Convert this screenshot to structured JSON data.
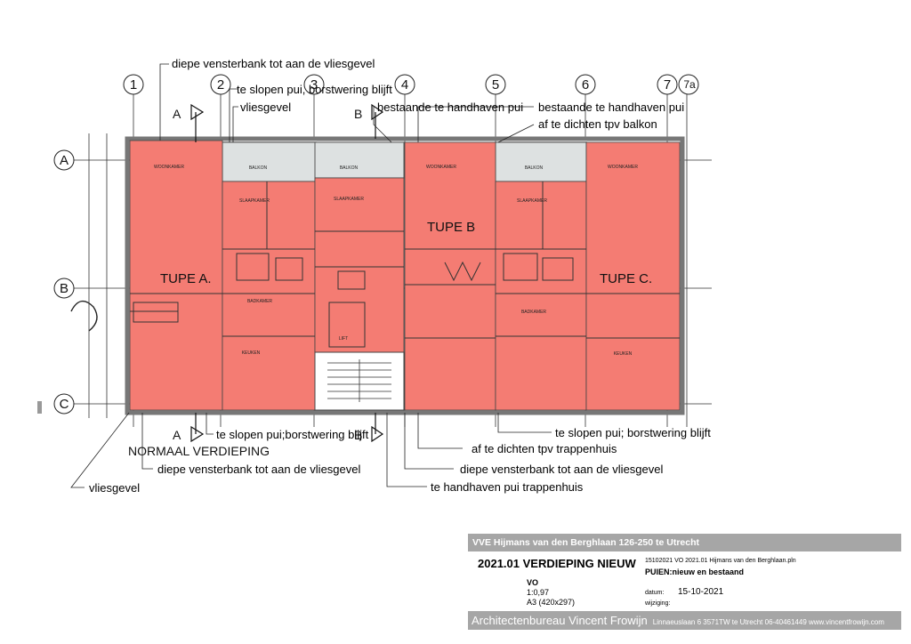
{
  "grid_columns": [
    "1",
    "2",
    "3",
    "4",
    "5",
    "6",
    "7",
    "7a"
  ],
  "grid_rows": [
    "A",
    "B",
    "C"
  ],
  "plan": {
    "section_markers": [
      "A",
      "B",
      "A",
      "B"
    ],
    "units": [
      "TUPE A.",
      "TUPE B",
      "TUPE C."
    ],
    "title": "NORMAAL VERDIEPING",
    "rooms": {
      "balkon": "BALKON",
      "woonkamer": "WOONKAMER",
      "slaapkamer": "SLAAPKAMER",
      "badkamer": "BADKAMER",
      "keuken": "KEUKEN",
      "lift": "LIFT"
    }
  },
  "annotations": [
    "diepe vensterbank tot aan de vliesgevel",
    "te slopen pui, borstwering blijft",
    "vliesgevel",
    "bestaande te handhaven pui",
    "bestaande te handhaven pui",
    "af te dichten tpv balkon",
    "te slopen pui;borstwering blijft",
    "te slopen pui; borstwering blijft",
    "af te dichten tpv trappenhuis",
    "diepe vensterbank tot aan de vliesgevel",
    "diepe vensterbank tot aan de vliesgevel",
    "te handhaven pui trappenhuis",
    "vliesgevel"
  ],
  "title_block": {
    "client": "VVE Hijmans van den Berghlaan 126-250 te Utrecht",
    "drawing_title": "2021.01 VERDIEPING NIEUW",
    "file": "15102021 VO 2021.01 Hijmans van den Berghlaan.pln",
    "subtitle": "PUIEN:nieuw en bestaand",
    "phase": "VO",
    "scale": "1:0,97",
    "format": "A3 (420x297)",
    "date_label": "datum:",
    "date": "15-10-2021",
    "revision_label": "wijziging:",
    "firm": "Architectenbureau Vincent Frowijn",
    "address": "Linnaeuslaan 6 3571TW te Utrecht 06-40461449 www.vincentfrowijn.com"
  },
  "colors": {
    "unit_fill": "#f47c73",
    "balcony_fill": "#dde1e1",
    "wall": "#7a7a7a",
    "title_bar": "#a6a6a6"
  }
}
